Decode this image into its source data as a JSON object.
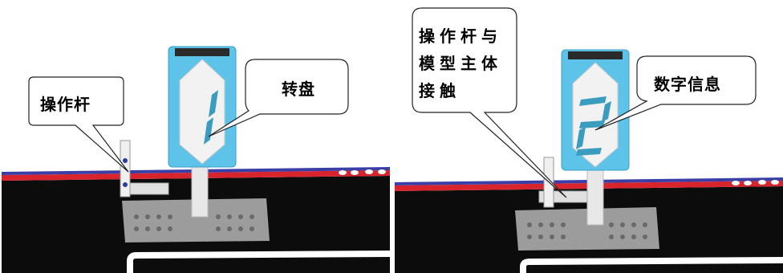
{
  "left_panel": {
    "callout_lever": "操作杆",
    "callout_dial": "转盘",
    "digit_shown": "1"
  },
  "right_panel": {
    "callout_contact": "操作杆与\n模型主体\n接触",
    "callout_digit": "数字信息",
    "digit_shown": "2"
  },
  "colors": {
    "mat_black": "#0c0c0c",
    "stripe_red": "#d8242c",
    "stripe_blue": "#3a3fa8",
    "frame_cyan": "#5ec3e8",
    "beam_gray": "#a8a8a8",
    "digit_blue": "#3a9dbf",
    "display_white": "#f2f2f2"
  }
}
